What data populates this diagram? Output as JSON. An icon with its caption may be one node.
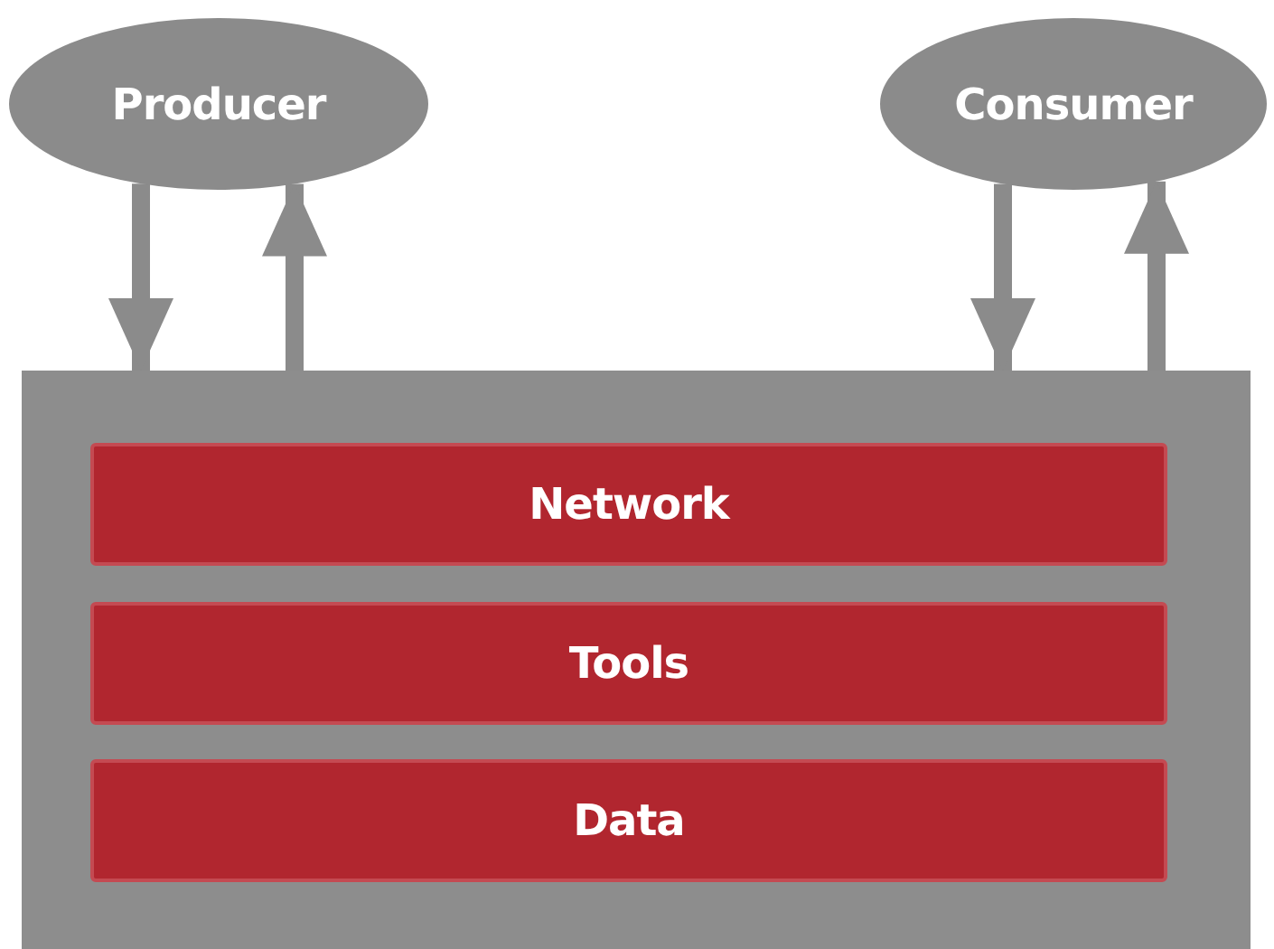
{
  "diagram": {
    "nodes": [
      {
        "text": [
          "Producer"
        ]
      },
      {
        "text": [
          "Consumer"
        ]
      },
      {
        "text": [],
        "shape": "box"
      },
      {
        "text": [
          "Network"
        ],
        "in": 2
      },
      {
        "text": [
          "Tools"
        ],
        "in": 2
      },
      {
        "text": [
          "Data"
        ],
        "in": 2
      }
    ],
    "edges": [
      {
        "from": 0,
        "to": 2,
        "arrow": "to"
      },
      {
        "from": 2,
        "to": 0,
        "arrow": "to"
      },
      {
        "from": 1,
        "to": 2,
        "arrow": "to"
      },
      {
        "from": 2,
        "to": 1,
        "arrow": "to"
      }
    ]
  }
}
